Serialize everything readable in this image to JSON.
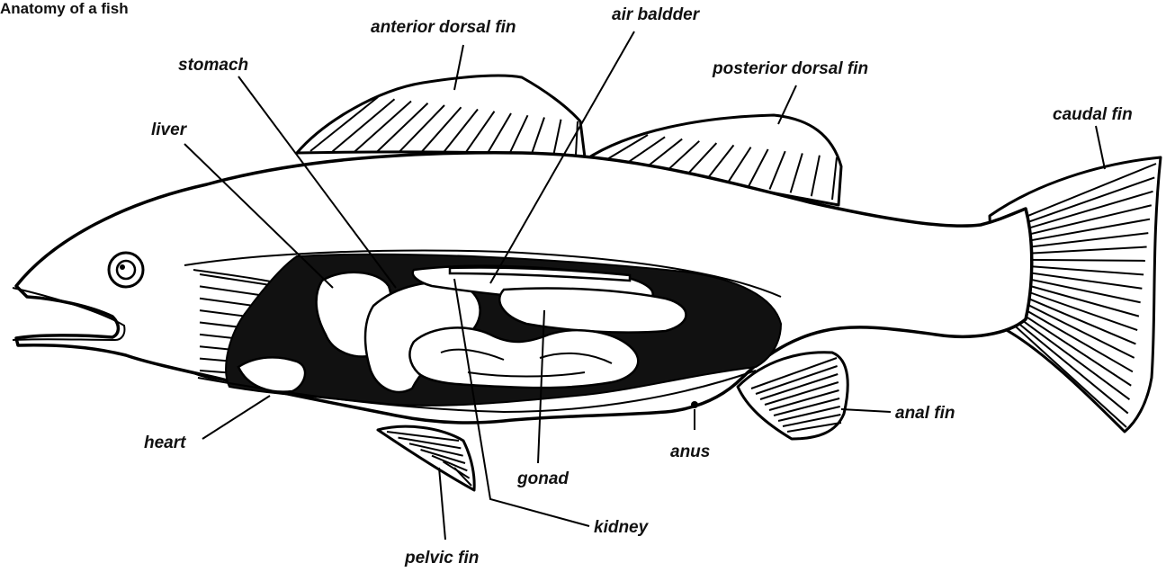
{
  "title": "Anatomy of a fish",
  "labels": {
    "anterior_dorsal_fin": "anterior dorsal fin",
    "air_bladder": "air baldder",
    "stomach": "stomach",
    "posterior_dorsal_fin": "posterior dorsal fin",
    "liver": "liver",
    "caudal_fin": "caudal fin",
    "heart": "heart",
    "anus": "anus",
    "anal_fin": "anal fin",
    "gonad": "gonad",
    "kidney": "kidney",
    "pelvic_fin": "pelvic fin"
  },
  "colors": {
    "ink": "#000000",
    "background": "#ffffff"
  }
}
